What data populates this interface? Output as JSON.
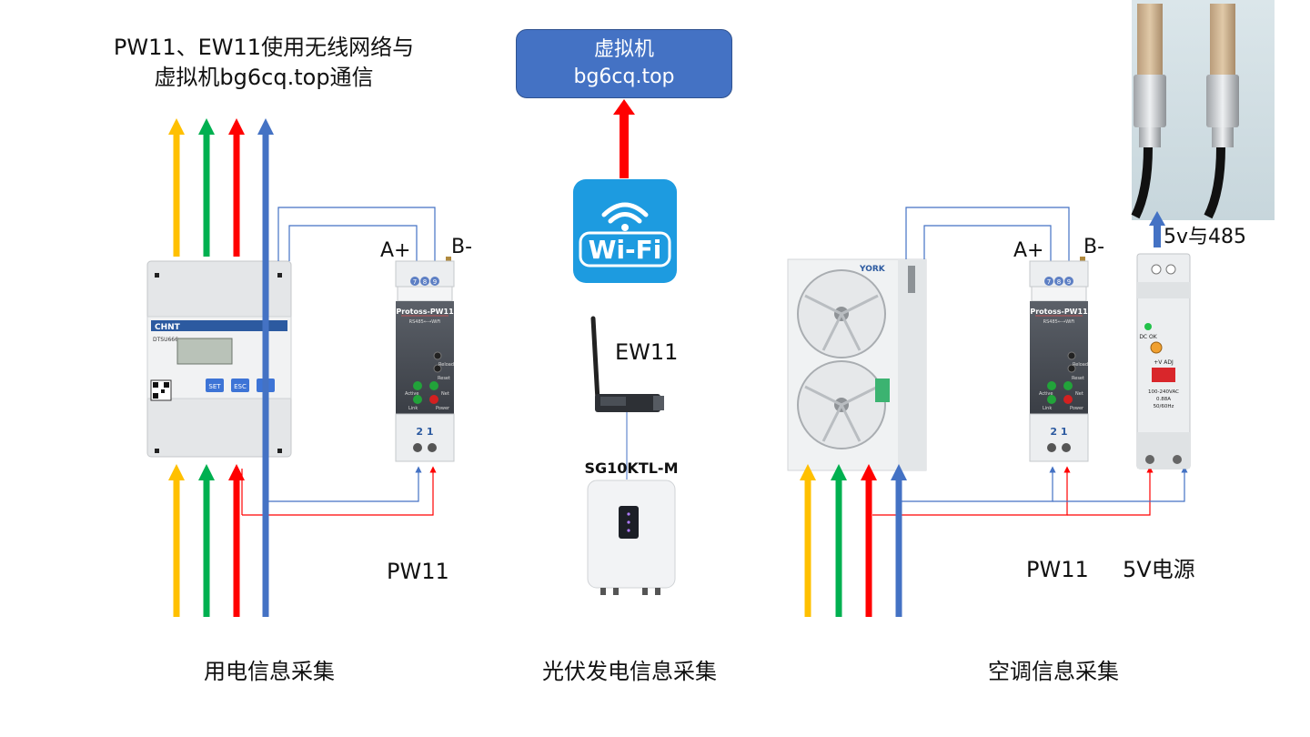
{
  "header": {
    "title_line1": "PW11、EW11使用无线网络与",
    "title_line2": "虚拟机bg6cq.top通信"
  },
  "vm": {
    "line1": "虚拟机",
    "line2": "bg6cq.top"
  },
  "wifi": {
    "label": "Wi-Fi"
  },
  "left": {
    "meter_brand": "CHNT",
    "meter_model": "DTSU666",
    "meter_buttons": [
      "SET",
      "ESC",
      "→"
    ],
    "a_label": "A+",
    "b_label": "B-",
    "device_caption": "PW11",
    "section_caption": "用电信息采集"
  },
  "middle": {
    "ew11_label": "EW11",
    "inverter_label": "SG10KTL-M",
    "section_caption": "光伏发电信息采集"
  },
  "right": {
    "ac_brand": "YORK",
    "a_label": "A+",
    "b_label": "B-",
    "sensor_note": "5v与485",
    "device_caption": "PW11",
    "psu_caption": "5V电源",
    "psu_text": [
      "DC OK",
      "+V ADJ",
      "100-240VAC",
      "0.88A",
      "50/60Hz"
    ],
    "section_caption": "空调信息采集"
  },
  "pw11": {
    "brand": "Protoss-PW11",
    "sub": "RS485←→WiFi",
    "terminals": [
      "7",
      "8",
      "9"
    ],
    "bottom_terminals": "2 1",
    "led_labels": [
      "Reload",
      "Reset",
      "Active",
      "Net",
      "Link",
      "Power"
    ]
  },
  "colors": {
    "yellow": "#ffc000",
    "green": "#00b050",
    "red": "#ff0000",
    "blue": "#4472c4",
    "vm_box": "#4472c4",
    "wifi_tile": "#1d9be0"
  }
}
